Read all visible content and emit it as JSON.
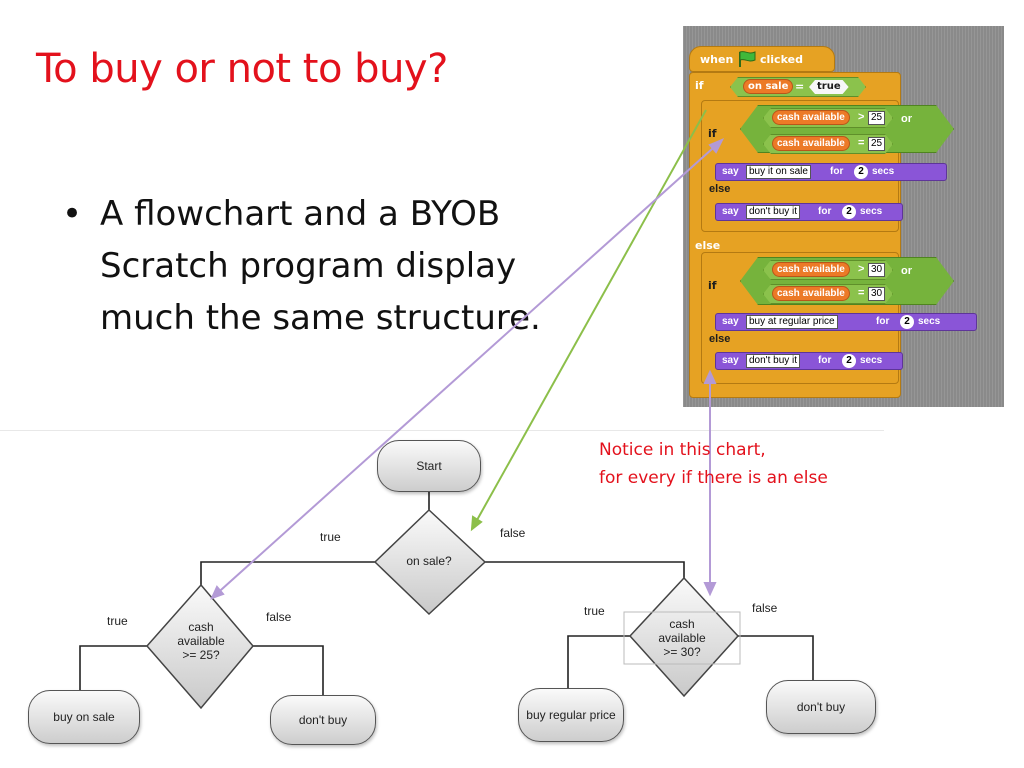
{
  "slide": {
    "title": "To buy or not to buy?",
    "bullet": "A flowchart and a BYOB Scratch program display much the same structure.",
    "notice_line1": "Notice in this chart,",
    "notice_line2": "for every if there is an else"
  },
  "scratch": {
    "when": "when",
    "clicked": "clicked",
    "if": "if",
    "else": "else",
    "or": "or",
    "equals": "=",
    "greater": ">",
    "say": "say",
    "for": "for",
    "secs": "secs",
    "on_sale": "on sale",
    "true_val": "true",
    "cash_available": "cash available",
    "n25": "25",
    "n30": "30",
    "n2": "2",
    "msg_buy_sale": "buy it on sale",
    "msg_dont_buy": "don't buy it",
    "msg_buy_regular": "buy at regular price"
  },
  "flowchart": {
    "start": "Start",
    "on_sale": "on sale?",
    "cash25_l1": "cash",
    "cash25_l2": "available",
    "cash25_l3": ">= 25?",
    "cash30_l1": "cash",
    "cash30_l2": "available",
    "cash30_l3": ">= 30?",
    "buy_on_sale": "buy on sale",
    "dont_buy": "don't buy",
    "buy_regular": "buy regular price",
    "true": "true",
    "false": "false"
  },
  "colors": {
    "title": "#e3111c",
    "control": "#e6a223",
    "looks": "#8a55d7",
    "operators": "#8bc24c",
    "variables": "#ec7a27",
    "arrow_green": "#8cbf4a",
    "arrow_purple": "#b39ad6"
  },
  "icons": {
    "green_flag": "green-flag-icon"
  }
}
